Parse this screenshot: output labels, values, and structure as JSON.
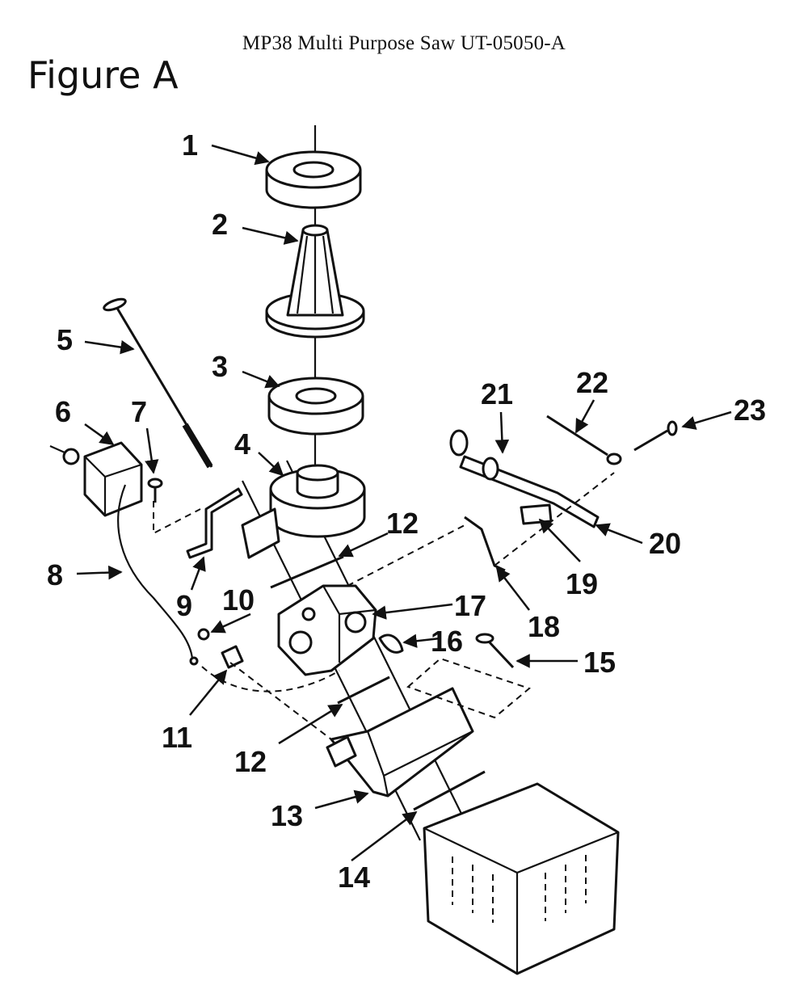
{
  "header": {
    "title": "MP38 Multi Purpose Saw UT-05050-A",
    "figure_label": "Figure A"
  },
  "callouts": {
    "c1": "1",
    "c2": "2",
    "c3": "3",
    "c4": "4",
    "c5": "5",
    "c6": "6",
    "c7": "7",
    "c8": "8",
    "c9": "9",
    "c10": "10",
    "c11": "11",
    "c12a": "12",
    "c12b": "12",
    "c13": "13",
    "c14": "14",
    "c15": "15",
    "c16": "16",
    "c17": "17",
    "c18": "18",
    "c19": "19",
    "c20": "20",
    "c21": "21",
    "c22": "22",
    "c23": "23"
  }
}
